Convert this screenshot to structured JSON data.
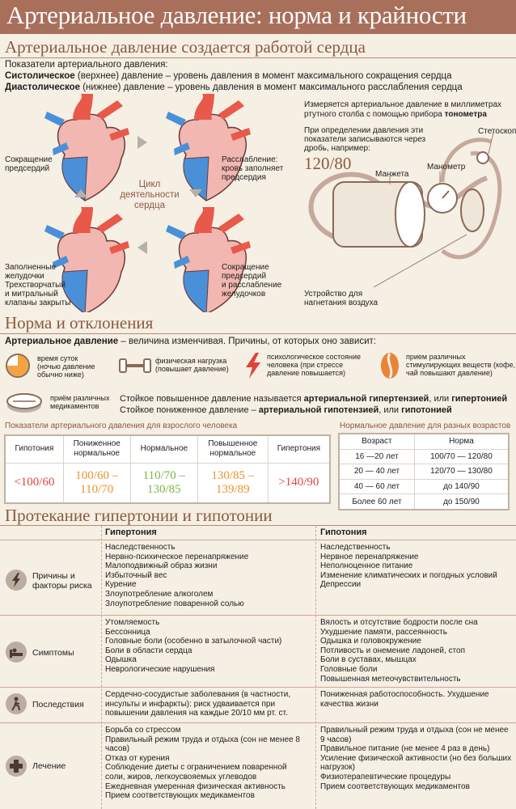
{
  "title": "Артериальное давление: норма и крайности",
  "section1": {
    "heading": "Артериальное давление создается работой сердца",
    "intro": "Показатели артериального давления:",
    "systolic_term": "Систолическое",
    "systolic_rest": " (верхнее) давление – уровень давления в момент максимального сокращения сердца",
    "diastolic_term": "Диастолическое",
    "diastolic_rest": " (нижнее) давление – уровень давления в момент максимального расслабления сердца",
    "heart_labels": {
      "tl": "Сокращение\nпредсердий",
      "tr": "Расслабление:\nкровь заполняет\nпредсердия",
      "center": "Цикл\nдеятельности\nсердца",
      "bl": "Заполненные\nжелудочки\nТрехстворчатый\nи митральный\nклапаны закрыты",
      "br": "Сокращение\nпредсердий\nи расслабление\nжелудочков"
    },
    "measure_text_1": "Измеряется артериальное давление в миллиметрах",
    "measure_text_2": "ртутного столба с помощью прибора ",
    "measure_device": "тонометра",
    "record_text": "При определении давления эти\nпоказатели записываются через\nдробь, например:",
    "example": "120/80",
    "device_labels": {
      "stethoscope": "Стетоскоп",
      "manometer": "Манометр",
      "cuff": "Манжета",
      "pump": "Устройство для\nнагнетания воздуха"
    }
  },
  "section2": {
    "heading": "Норма и отклонения",
    "intro_bold": "Артериальное давление",
    "intro_rest": " – величина изменчивая. Причины, от которых оно зависит:",
    "factors": [
      {
        "icon": "clock-icon",
        "text": "время суток\n(ночью давление\nобычно ниже)"
      },
      {
        "icon": "dumbbell-icon",
        "text": "физическая нагрузка\n(повышает давление)"
      },
      {
        "icon": "lightning-icon",
        "text": "психологическое состояние\nчеловека (при стрессе\nдавление повышается)"
      },
      {
        "icon": "coffee-bean-icon",
        "text": "прием различных\nстимулирующих веществ (кофе,\nчай повышают давление)"
      },
      {
        "icon": "pill-icon",
        "text": "приём различных\nмедикаментов"
      }
    ],
    "hyper_pre": "Стойкое повышенное давление называется ",
    "hyper_term1": "артериальной гипертензией",
    "hyper_mid": ", или ",
    "hyper_term2": "гипертонией",
    "hypo_pre": "Стойкое пониженное давление – ",
    "hypo_term1": "артериальной гипотензией",
    "hypo_mid": ", или ",
    "hypo_term2": "гипотонией",
    "adult_table_title": "Показатели артериального давления для взрослого человека",
    "adult_table": {
      "headers": [
        "Гипотония",
        "Пониженное\nнормальное",
        "Нормальное",
        "Повышенное\nнормальное",
        "Гипертония"
      ],
      "values": [
        "<100/60",
        "100/60 –\n110/70",
        "110/70 –\n130/85",
        "130/85 –\n139/89",
        ">140/90"
      ],
      "colors": [
        "#e0433a",
        "#e8922a",
        "#7ab648",
        "#e8922a",
        "#e0433a"
      ]
    },
    "age_table_title": "Нормальное давление для разных возрастов",
    "age_table": {
      "headers": [
        "Возраст",
        "Норма"
      ],
      "rows": [
        [
          "16 —20 лет",
          "100/70 — 120/80"
        ],
        [
          "20 — 40 лет",
          "120/70 — 130/80"
        ],
        [
          "40 — 60 лет",
          "до 140/90"
        ],
        [
          "Более 60 лет",
          "до 150/90"
        ]
      ]
    }
  },
  "section3": {
    "heading": "Протекание гипертонии и гипотонии",
    "col_hyper": "Гипертония",
    "col_hypo": "Гипотония",
    "rows": [
      {
        "icon": "lightning-icon",
        "label": "Причины и\nфакторы риска",
        "hyper": "Наследственность\nНервно-психическое перенапряжение\nМалоподвижный образ жизни\nИзбыточный вес\nКурение\nЗлоупотребление алкоголем\nЗлоупотребление поваренной солью",
        "hypo": "Наследственность\nНервное перенапряжение\nНеполноценное питание\nИзменение климатических и погодных условий\nДепрессии"
      },
      {
        "icon": "bed-icon",
        "label": "Симптомы",
        "hyper": "Утомляемость\nБессонница\nГоловные боли (особенно в затылочной части)\nБоли в области сердца\nОдышка\nНеврологические нарушения",
        "hypo": "Вялость и отсутствие бодрости после сна\nУхудшение памяти, рассеянность\nОдышка и головокружение\nПотливость и онемение ладоней, стоп\nБоли в суставах, мышцах\nГоловные боли\nПовышенная метеочувствительность"
      },
      {
        "icon": "walking-person-icon",
        "label": "Последствия",
        "hyper": "Сердечно-сосудистые заболевания (в частности,\nинсульты и инфаркты): риск удваивается при\nповышении давления на каждые 20/10 мм рт. ст.",
        "hypo": "Пониженная работоспособность. Ухудшение\nкачества жизни"
      },
      {
        "icon": "medical-cross-icon",
        "label": "Лечение",
        "hyper": "Борьба со стрессом\nПравильный режим труда и отдыха (сон не менее 8\nчасов)\nОтказ от курения\nСоблюдение диеты с ограничением поваренной\nсоли, жиров, легкоусвояемых углеводов\nЕжедневная умеренная физическая активность\nПрием соответствующих медикаментов",
        "hypo": "Правильный режим труда и отдыха (сон не менее\n9 часов)\nПравильное питание (не менее 4 раз в день)\nУсиление физической активности (но без больших\nнагрузок)\nФизиотерапевтические процедуры\nПрием соответствующих медикаментов"
      }
    ]
  }
}
